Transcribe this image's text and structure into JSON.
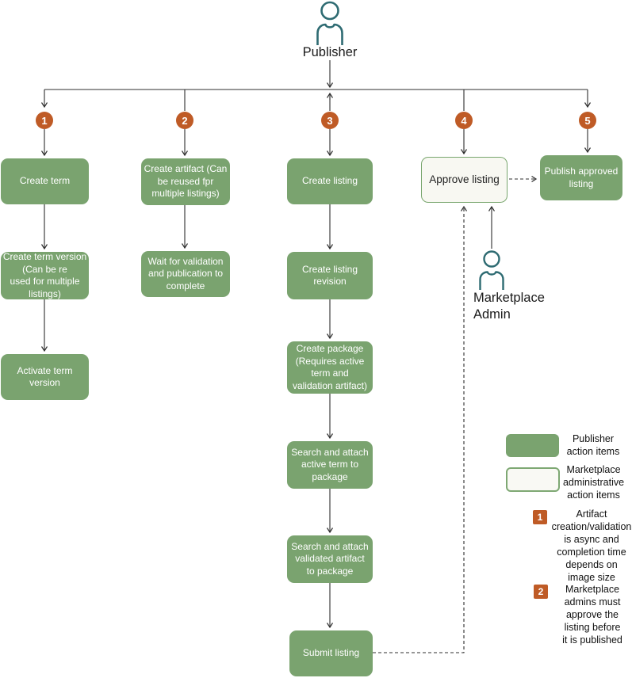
{
  "actors": {
    "publisher": "Publisher",
    "marketplace_admin": "Marketplace\nAdmin"
  },
  "steps": {
    "s1": "1",
    "s2": "2",
    "s3": "3",
    "s4": "4",
    "s5": "5"
  },
  "boxes": {
    "create_term": "Create term",
    "create_term_version": "Create term version\n(Can be re\nused for multiple\nlistings)",
    "activate_term_version": "Activate term\nversion",
    "create_artifact": "Create artifact (Can\nbe reused fpr\nmultiple listings)",
    "wait_validation": "Wait for validation\nand publication to\ncomplete",
    "create_listing": "Create listing",
    "create_listing_revision": "Create listing\nrevision",
    "create_package": "Create package\n(Requires active\nterm and\nvalidation artifact)",
    "attach_term": "Search and attach\nactive term to\npackage",
    "attach_artifact": "Search and attach\nvalidated artifact\nto package",
    "submit_listing": "Submit listing",
    "approve_listing": "Approve listing",
    "publish_listing": "Publish approved\nlisting"
  },
  "legend": {
    "publisher_swatch_label": "Publisher\naction items",
    "admin_swatch_label": "Marketplace\nadministrative\naction items",
    "note1_number": "1",
    "note1_text": "Artifact\ncreation/validation\nis async and\ncompletion time\ndepends on\nimage size",
    "note2_number": "2",
    "note2_text": "Marketplace\nadmins must\napprove the\nlisting before\nit is published"
  },
  "colors": {
    "publisher_action_box": "#7aa36f",
    "admin_action_box_bg": "#f8f8f2",
    "admin_action_box_border": "#79a66e",
    "step_marker": "#bf5b26",
    "actor_icon": "#2e6b72",
    "connector": "#2f2f2f"
  }
}
